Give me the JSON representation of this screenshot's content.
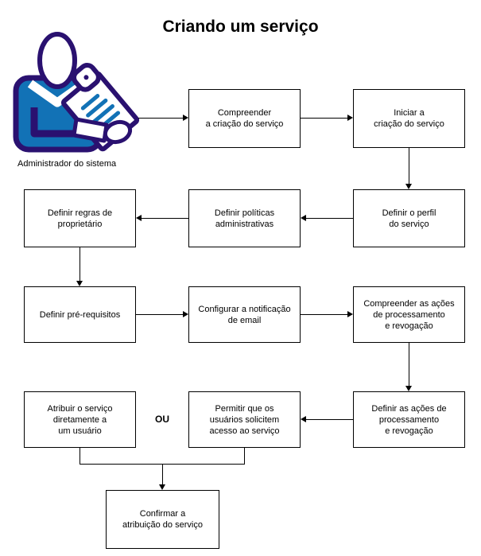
{
  "title": "Criando um serviço",
  "actor_label": "Administrador do sistema",
  "or_label": "OU",
  "colors": {
    "icon_outline_navy": "#2A1170",
    "icon_fill_blue": "#1272B6",
    "connector_black": "#000000",
    "box_background": "#FFFFFF",
    "text": "#000000"
  },
  "nodes": {
    "understand_creation": "Compreender\na criação do serviço",
    "initiate_creation": "Iniciar a\ncriação do serviço",
    "define_profile": "Definir o perfil\ndo serviço",
    "define_admin_policies": "Definir políticas\nadministrativas",
    "define_owner_rules": "Definir regras de\nproprietário",
    "define_prerequisites": "Definir pré-requisitos",
    "configure_email_notification": "Configurar a notificação\nde email",
    "understand_actions": "Compreender as ações\nde processamento\ne revogação",
    "define_actions": "Definir as ações de\nprocessamento\ne revogação",
    "allow_users_request": "Permitir que os\nusuários solicitem\nacesso ao serviço",
    "assign_directly": "Atribuir o serviço\ndiretamente a\num usuário",
    "confirm_assignment": "Confirmar a\natribuição do serviço"
  }
}
